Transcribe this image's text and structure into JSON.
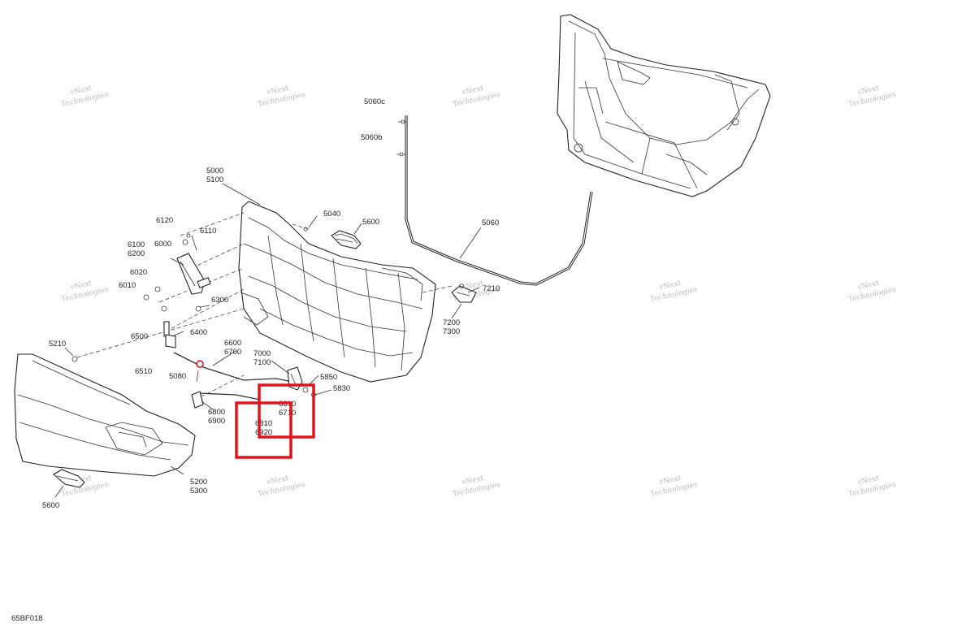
{
  "diagram_code": "65BF018",
  "watermark": {
    "line1": "vNext",
    "line2": "Technologies",
    "small": "vNext Technologies"
  },
  "callouts": {
    "c5060c": "5060c",
    "c5060b": "5060b",
    "c5000": "5000",
    "c5100": "5100",
    "c5040": "5040",
    "c5600_top": "5600",
    "c5060": "5060",
    "c6120": "6120",
    "c6110": "6110",
    "c6100": "6100",
    "c6200": "6200",
    "c6000": "6000",
    "c6020": "6020",
    "c6010": "6010",
    "c6300": "6300",
    "c6500": "6500",
    "c6400": "6400",
    "c5210": "5210",
    "c6600": "6600",
    "c6700": "6700",
    "c6510": "6510",
    "c5080": "5080",
    "c7000": "7000",
    "c7100": "7100",
    "c5850": "5850",
    "c5830": "5830",
    "c6610": "6610",
    "c6710": "6710",
    "c6800": "6800",
    "c6900": "6900",
    "c6810": "6810",
    "c6920": "6920",
    "c5200": "5200",
    "c5300": "5300",
    "c5600_bottom": "5600",
    "c7210": "7210",
    "c7200": "7200",
    "c7300": "7300"
  },
  "highlights": {
    "color": "#e0141c"
  }
}
